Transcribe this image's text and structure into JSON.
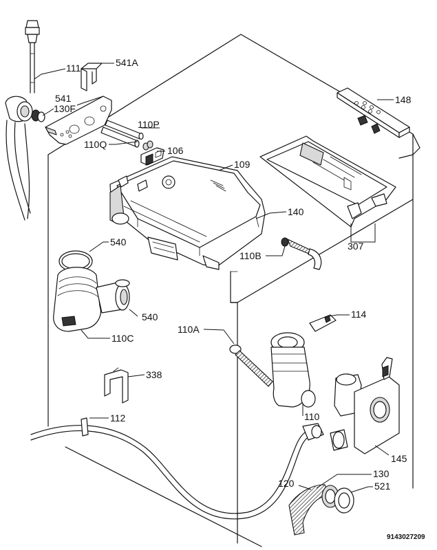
{
  "labels": {
    "l111": "111",
    "l541A": "541A",
    "l541": "541",
    "l130F": "130F",
    "l110P": "110P",
    "l110Q": "110Q",
    "l106": "106",
    "l109": "109",
    "l148": "148",
    "l140": "140",
    "l307": "307",
    "l110B": "110B",
    "l540a": "540",
    "l540b": "540",
    "l110C": "110C",
    "l114": "114",
    "l110A": "110A",
    "l338": "338",
    "l112": "112",
    "l110": "110",
    "l145": "145",
    "l130": "130",
    "l120": "120",
    "l521": "521"
  },
  "drawing_code": "9143027209"
}
